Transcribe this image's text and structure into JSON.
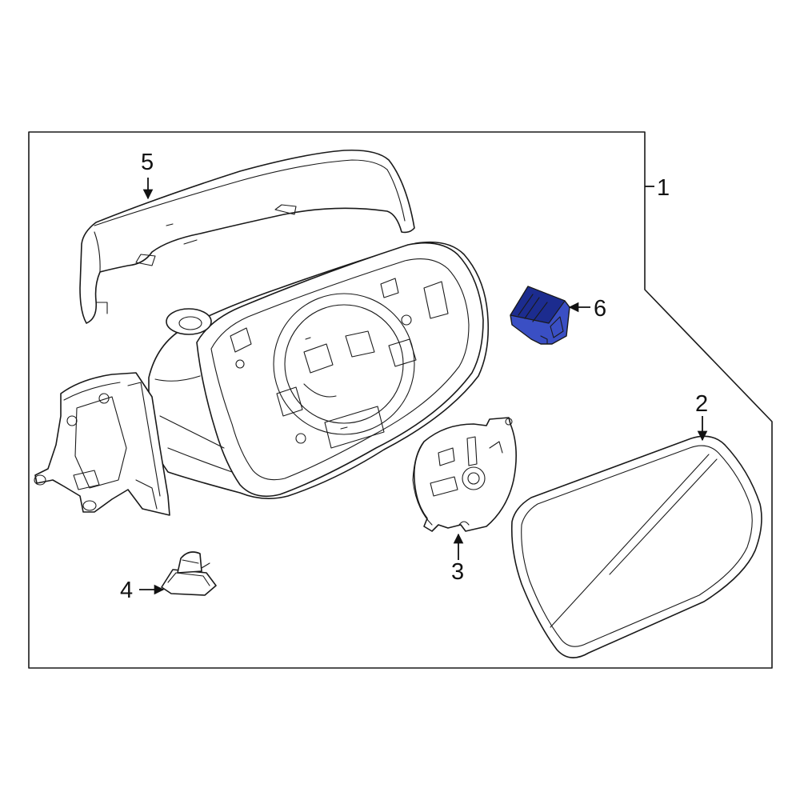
{
  "callouts": {
    "c1": "1",
    "c2": "2",
    "c3": "3",
    "c4": "4",
    "c5": "5",
    "c6": "6"
  },
  "colors": {
    "highlight": "#3a4fc4",
    "highlight_dark": "#1c2c8f",
    "line": "#1a1a1a",
    "background": "#ffffff"
  },
  "highlighted_part": "c6"
}
